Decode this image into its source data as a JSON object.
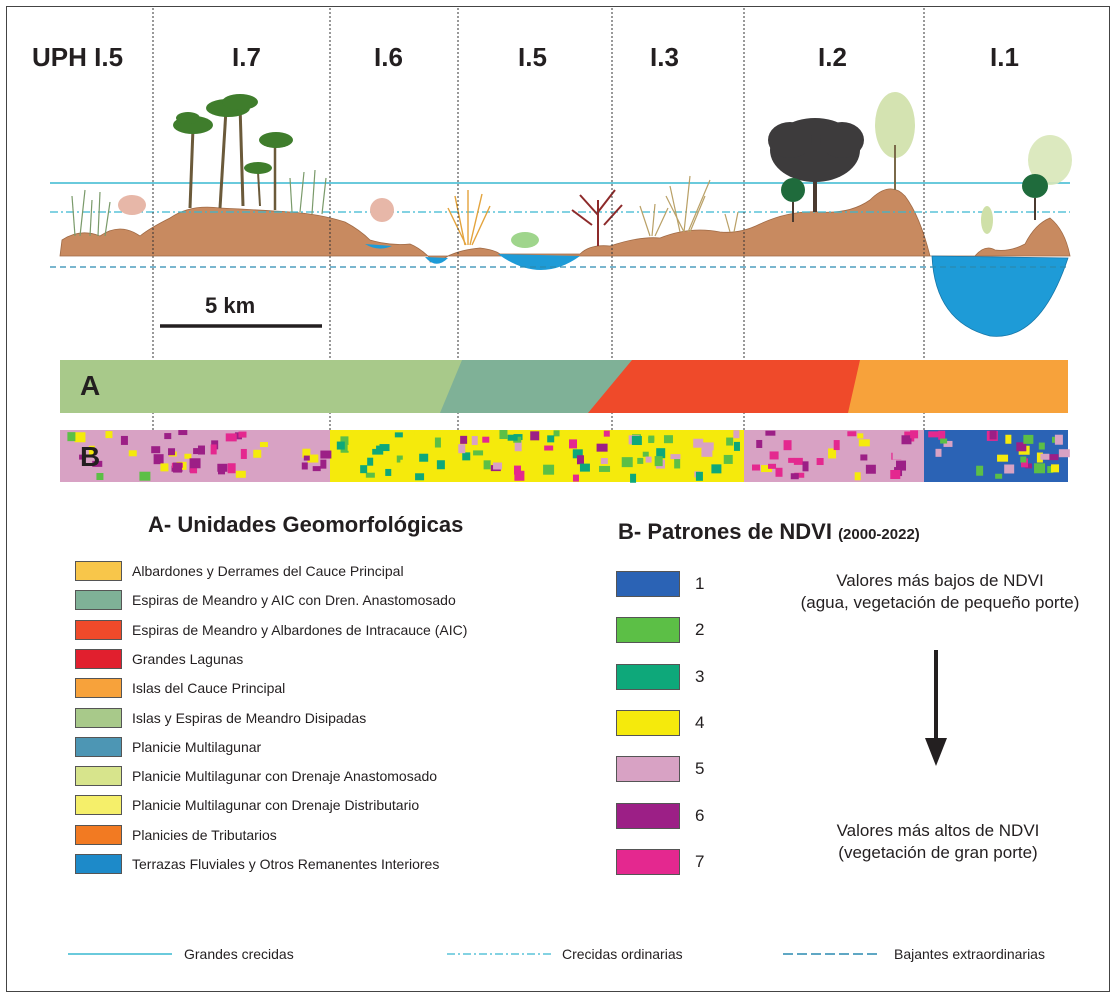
{
  "uph_labels": [
    "UPH I.5",
    "I.7",
    "I.6",
    "I.5",
    "I.3",
    "I.2",
    "I.1"
  ],
  "scale_label": "5 km",
  "band_a_label": "A",
  "band_b_label": "B",
  "legend_a": {
    "title": "A- Unidades Geomorfológicas",
    "items": [
      {
        "label": "Albardones y Derrames del Cauce Principal",
        "color": "#f8c64a"
      },
      {
        "label": "Espiras de Meandro y AIC con Dren. Anastomosado",
        "color": "#7fb197"
      },
      {
        "label": "Espiras de Meandro y Albardones de Intracauce (AIC)",
        "color": "#ef4a2a"
      },
      {
        "label": "Grandes Lagunas",
        "color": "#e11f2e"
      },
      {
        "label": "Islas del Cauce Principal",
        "color": "#f7a23b"
      },
      {
        "label": "Islas y Espiras de Meandro Disipadas",
        "color": "#a8c98a"
      },
      {
        "label": "Planicie Multilagunar",
        "color": "#4d96b4"
      },
      {
        "label": "Planicie Multilagunar con Drenaje Anastomosado",
        "color": "#d7e48c"
      },
      {
        "label": "Planicie Multilagunar con Drenaje Distributario",
        "color": "#f5ef6a"
      },
      {
        "label": "Planicies de Tributarios",
        "color": "#f27a22"
      },
      {
        "label": "Terrazas Fluviales y Otros Remanentes Interiores",
        "color": "#1d8ac9"
      }
    ]
  },
  "legend_b": {
    "title": "B- Patrones de NDVI",
    "period": "(2000-2022)",
    "items": [
      {
        "label": "1",
        "color": "#2b63b5"
      },
      {
        "label": "2",
        "color": "#5cbf46"
      },
      {
        "label": "3",
        "color": "#0ea87a"
      },
      {
        "label": "4",
        "color": "#f5ea0c"
      },
      {
        "label": "5",
        "color": "#d8a2c4"
      },
      {
        "label": "6",
        "color": "#9c1f86"
      },
      {
        "label": "7",
        "color": "#e4288f"
      }
    ],
    "low_text_1": "Valores más bajos de NDVI",
    "low_text_2": "(agua, vegetación de pequeño porte)",
    "high_text_1": "Valores más altos de NDVI",
    "high_text_2": "(vegetación de gran porte)"
  },
  "line_key": {
    "grandes": "Grandes crecidas",
    "ordinarias": "Crecidas ordinarias",
    "bajantes": "Bajantes extraordinarias"
  },
  "colors": {
    "terrain": "#c88a60",
    "water": "#1e9bd7",
    "flood_line": "#39b8d0"
  }
}
